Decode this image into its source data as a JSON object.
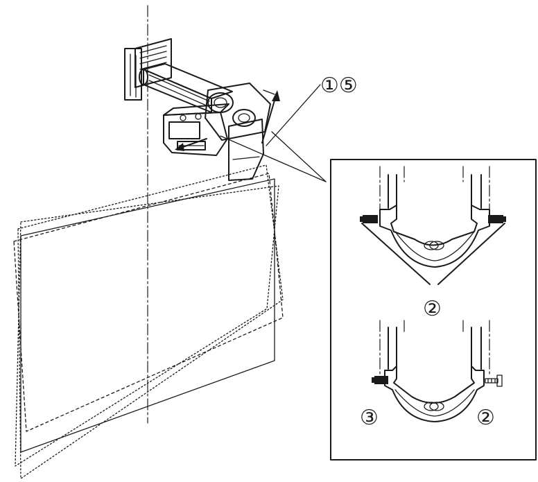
{
  "callouts": {
    "top": "①⑤",
    "upper_panel": "②",
    "lower_left": "③",
    "lower_right": "②"
  },
  "colors": {
    "line": "#1a1a1a",
    "background": "#ffffff"
  }
}
